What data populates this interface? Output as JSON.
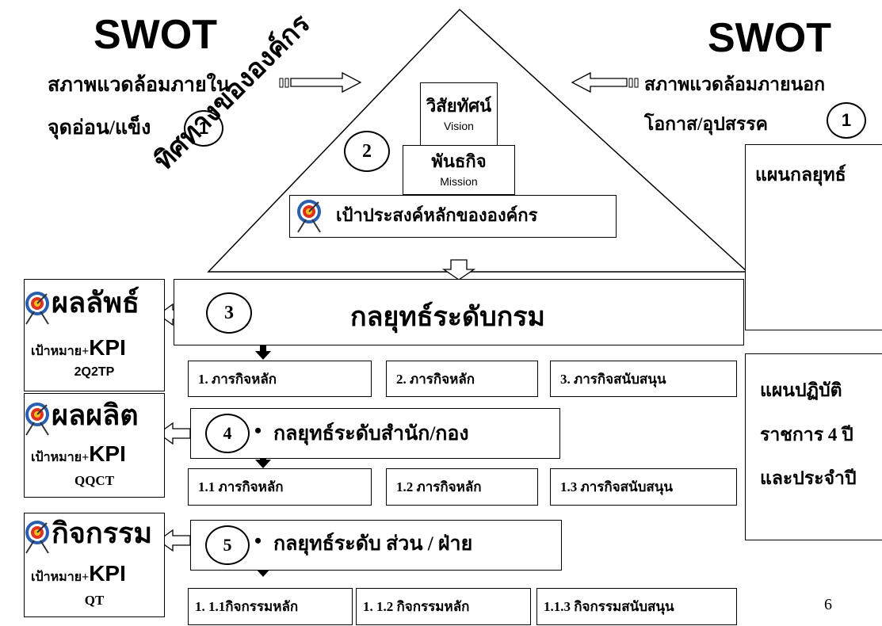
{
  "swot_left": {
    "title": "SWOT",
    "line1": "สภาพแวดล้อมภายใน",
    "line2": "จุดอ่อน/แข็ง",
    "num": "1"
  },
  "swot_right": {
    "title": "SWOT",
    "line1": "สภาพแวดล้อมภายนอก",
    "line2": "โอกาส/อุปสรรค",
    "num": "1"
  },
  "pyramid": {
    "diagonal_label": "ทิศทางขององค์กร",
    "vision_th": "วิสัยทัศน์",
    "vision_en": "Vision",
    "mission_th": "พันธกิจ",
    "mission_en": "Mission",
    "num": "2",
    "goal": "เป้าประสงค์หลักขององค์กร"
  },
  "right_boxes": {
    "strategy_plan": "แผนกลยุทธ์",
    "action_plan_1": "แผนปฏิบัติ",
    "action_plan_2": "ราชการ 4 ปี",
    "action_plan_3": "และประจำปี"
  },
  "levels": [
    {
      "num": "3",
      "strategy": "กลยุทธ์ระดับกรม",
      "result": "ผลลัพธ์",
      "target": "เป้าหมาย+",
      "kpi": "KPI",
      "code": "2Q2TP",
      "tasks": [
        "1. ภารกิจหลัก",
        "2. ภารกิจหลัก",
        "3. ภารกิจสนับสนุน"
      ]
    },
    {
      "num": "4",
      "bullet": "•",
      "strategy": "กลยุทธ์ระดับสำนัก/กอง",
      "result": "ผลผลิต",
      "target": "เป้าหมาย+",
      "kpi": "KPI",
      "code": "QQCT",
      "tasks": [
        "1.1 ภารกิจหลัก",
        "1.2 ภารกิจหลัก",
        "1.3 ภารกิจสนับสนุน"
      ]
    },
    {
      "num": "5",
      "bullet": "•",
      "strategy": "กลยุทธ์ระดับ ส่วน / ฝ่าย",
      "result": "กิจกรรม",
      "target": "เป้าหมาย+",
      "kpi": "KPI",
      "code": "QT",
      "tasks": [
        "1. 1.1กิจกรรมหลัก",
        "1. 1.2 กิจกรรมหลัก",
        "1.1.3 กิจกรรมสนับสนุน"
      ]
    }
  ],
  "page_number": "6",
  "colors": {
    "line": "#000000",
    "target_red": "#e0301e",
    "target_blue": "#2a5fb0",
    "arrow_fill": "#ffffff"
  }
}
